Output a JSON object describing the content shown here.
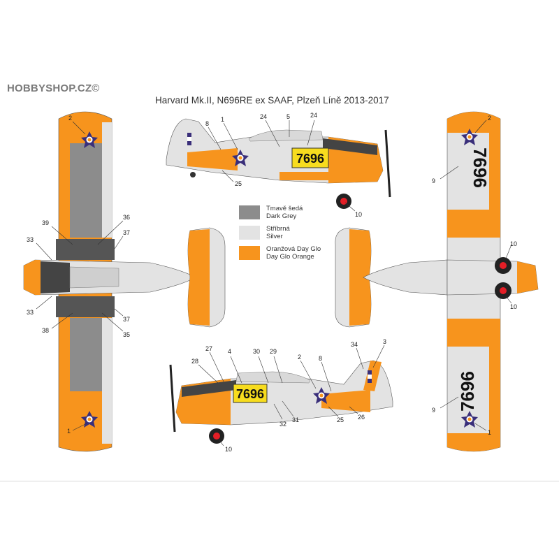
{
  "brand": "HOBBYSHOP.CZ©",
  "title": "Harvard Mk.II, N696RE ex SAAF, Plzeň Líně 2013-2017",
  "colors": {
    "dark_grey": "#8c8c8c",
    "silver": "#e3e3e3",
    "orange": "#f7941d",
    "yellow": "#f7dc1e",
    "roundel_blue": "#3a2f7a"
  },
  "legend": [
    {
      "cz": "Tmavě šedá",
      "en": "Dark Grey",
      "color": "#8c8c8c"
    },
    {
      "cz": "Stříbrná",
      "en": "Silver",
      "color": "#e3e3e3"
    },
    {
      "cz": "Oranžová Day Glo",
      "en": "Day Glo Orange",
      "color": "#f7941d"
    }
  ],
  "side_top": {
    "code": "7696",
    "callouts": [
      "1",
      "8",
      "24",
      "5",
      "24",
      "25",
      "10"
    ]
  },
  "side_bottom": {
    "code": "7696",
    "callouts": [
      "27",
      "28",
      "4",
      "30",
      "29",
      "2",
      "8",
      "34",
      "3",
      "32",
      "31",
      "25",
      "26",
      "10"
    ]
  },
  "upper_view": {
    "callouts": [
      "2",
      "39",
      "36",
      "37",
      "33",
      "33",
      "38",
      "35",
      "37",
      "1"
    ]
  },
  "lower_view": {
    "code_top": "7696",
    "code_bottom": "7696",
    "callouts": [
      "2",
      "9",
      "10",
      "10",
      "9",
      "1"
    ]
  }
}
